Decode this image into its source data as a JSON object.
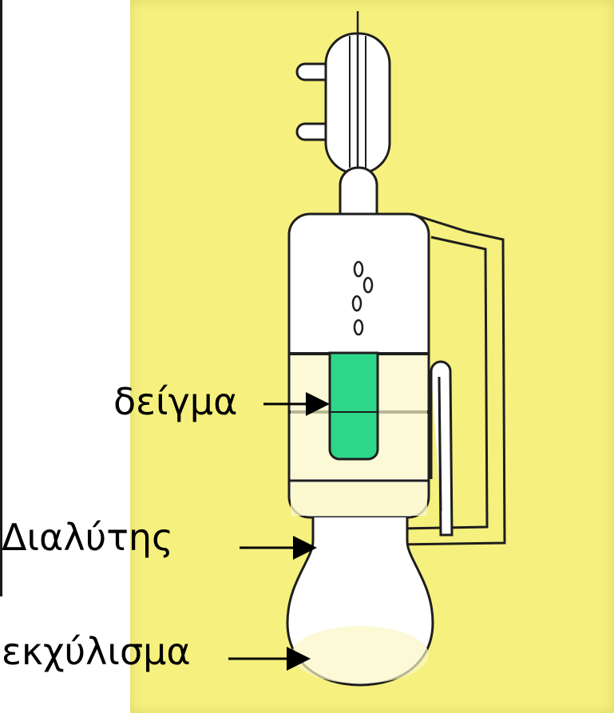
{
  "labels": {
    "sample": "δείγμα",
    "solvent": "Διαλύτης",
    "extract": "εκχύλισμα"
  },
  "colors": {
    "panel": "#f6f07e",
    "sample_fill": "#2ed68a",
    "glass": "#ffffff",
    "outline": "#1e1e1e"
  }
}
